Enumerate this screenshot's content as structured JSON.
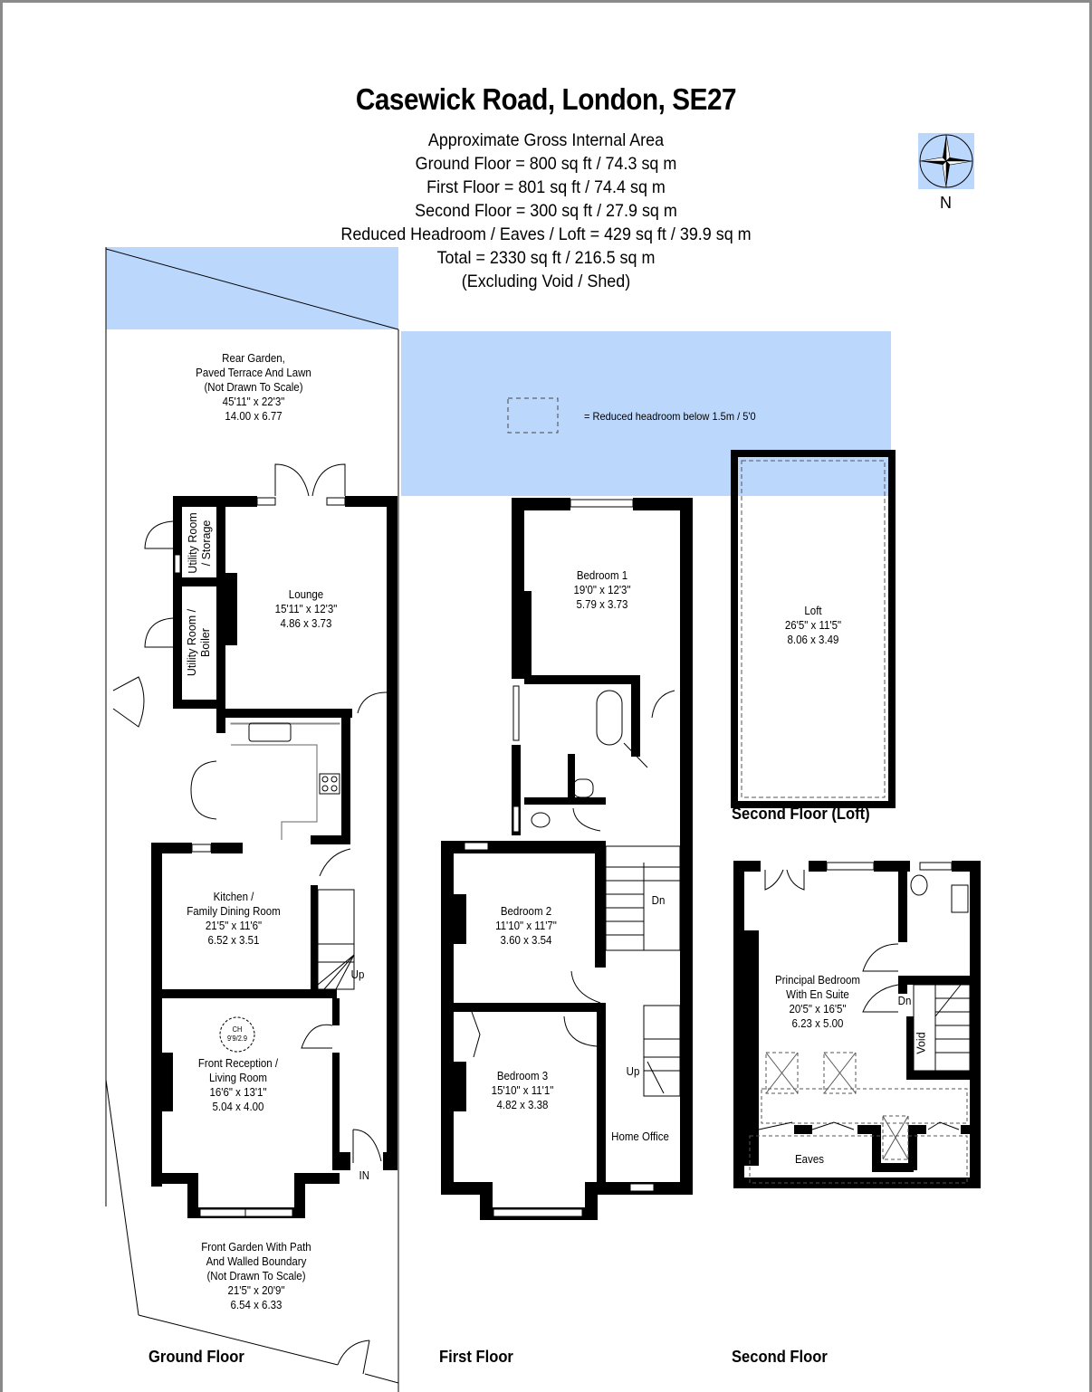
{
  "header": {
    "title": "Casewick Road, London, SE27",
    "area_lines": [
      "Approximate Gross Internal Area",
      "Ground Floor =  800 sq ft / 74.3 sq m",
      "First Floor =  801 sq ft / 74.4 sq m",
      "Second Floor =  300 sq ft / 27.9 sq m",
      "Reduced Headroom / Eaves / Loft =  429 sq ft / 39.9 sq m",
      "Total = 2330 sq ft / 216.5 sq m",
      "(Excluding Void / Shed)"
    ]
  },
  "compass": {
    "icon": "compass-rose-icon",
    "label": "N"
  },
  "legend": {
    "icon": "dashed-rectangle-icon",
    "text": "= Reduced headroom below 1.5m / 5'0"
  },
  "colors": {
    "highlight": "#bcd7fc",
    "wall": "#000000",
    "page": "#ffffff"
  },
  "floors": {
    "ground": {
      "label": "Ground Floor",
      "rooms": {
        "rear_garden": [
          "Rear Garden,",
          "Paved Terrace And Lawn",
          "(Not Drawn To Scale)",
          "45'11\" x 22'3\"",
          "14.00 x 6.77"
        ],
        "utility_storage": [
          "Utility Room",
          "/ Storage"
        ],
        "utility_boiler": [
          "Utility Room /",
          "Boiler"
        ],
        "lounge": [
          "Lounge",
          "15'11\" x 12'3\"",
          "4.86 x 3.73"
        ],
        "kitchen": [
          "Kitchen /",
          "Family Dining Room",
          "21'5\" x 11'6\"",
          "6.52 x 3.51"
        ],
        "front_reception": [
          "Front Reception /",
          "Living Room",
          "16'6\" x 13'1\"",
          "5.04 x 4.00"
        ],
        "front_garden": [
          "Front Garden With Path",
          "And Walled Boundary",
          "(Not Drawn To Scale)",
          "21'5\" x 20'9\"",
          "6.54 x 6.33"
        ]
      },
      "ceiling_height": [
        "CH",
        "9'9/2.9"
      ],
      "stairs_label": "Up",
      "entrance_label": "IN"
    },
    "first": {
      "label": "First Floor",
      "rooms": {
        "bedroom1": [
          "Bedroom 1",
          "19'0\" x 12'3\"",
          "5.79 x 3.73"
        ],
        "bedroom2": [
          "Bedroom 2",
          "11'10\" x 11'7\"",
          "3.60 x 3.54"
        ],
        "bedroom3": [
          "Bedroom 3",
          "15'10\" x 11'1\"",
          "4.82 x 3.38"
        ],
        "home_office": [
          "Home Office"
        ]
      },
      "stairs_down": "Dn",
      "stairs_up": "Up"
    },
    "loft": {
      "label": "Second Floor (Loft)",
      "rooms": {
        "loft": [
          "Loft",
          "26'5\" x 11'5\"",
          "8.06 x 3.49"
        ]
      }
    },
    "second": {
      "label": "Second Floor",
      "rooms": {
        "principal": [
          "Principal Bedroom",
          "With En Suite",
          "20'5\" x 16'5\"",
          "6.23 x 5.00"
        ],
        "void": [
          "Void"
        ],
        "eaves": [
          "Eaves"
        ]
      },
      "stairs_down": "Dn"
    }
  }
}
